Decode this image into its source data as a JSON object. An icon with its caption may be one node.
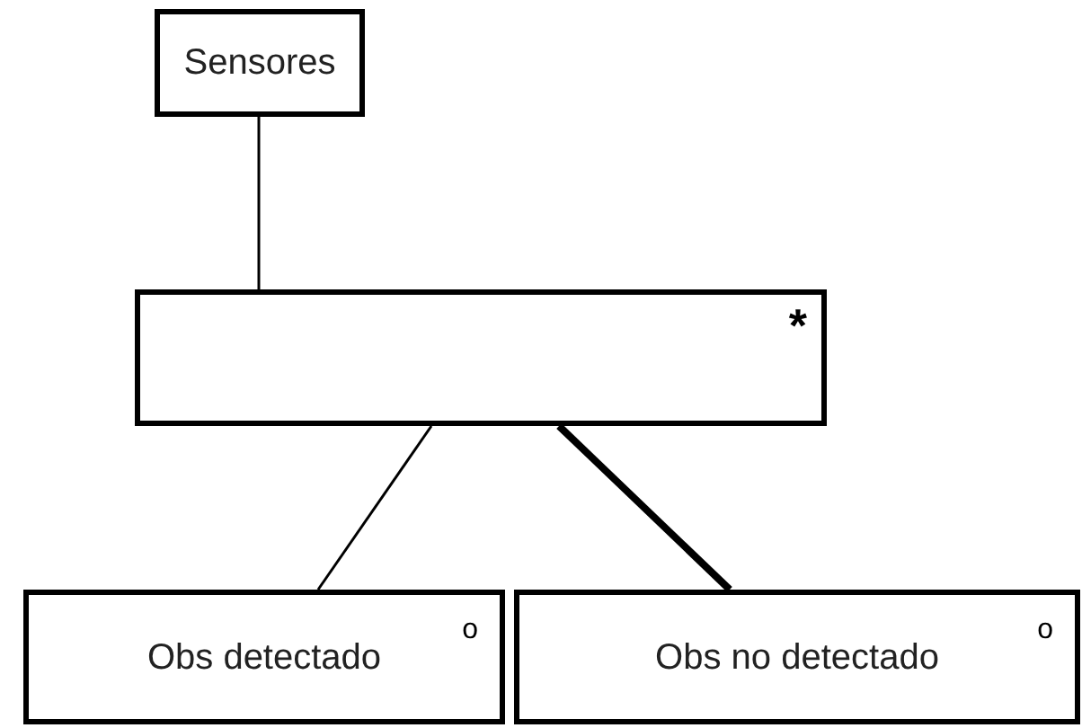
{
  "diagram": {
    "nodes": [
      {
        "text": [
          "Sensores"
        ]
      },
      {
        "text": [
          "*"
        ]
      },
      {
        "text": [
          "Obs detectado",
          "o"
        ]
      },
      {
        "text": [
          "Obs no detectado",
          "o"
        ]
      }
    ],
    "edges": [
      {
        "from": 0,
        "to": 1,
        "arrow": "none"
      },
      {
        "from": 1,
        "to": 2,
        "arrow": "none"
      },
      {
        "from": 1,
        "to": 3,
        "arrow": "none",
        "style": "thick"
      }
    ]
  }
}
